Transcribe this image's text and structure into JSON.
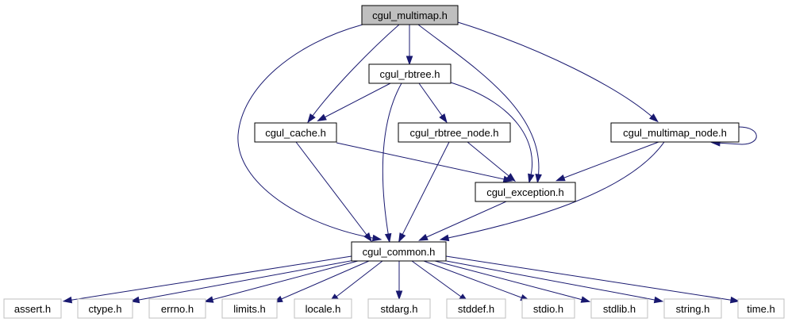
{
  "nodes": {
    "root": "cgul_multimap.h",
    "rbtree": "cgul_rbtree.h",
    "cache": "cgul_cache.h",
    "rbtree_node": "cgul_rbtree_node.h",
    "multimap_node": "cgul_multimap_node.h",
    "exception": "cgul_exception.h",
    "common": "cgul_common.h",
    "assert": "assert.h",
    "ctype": "ctype.h",
    "errno": "errno.h",
    "limits": "limits.h",
    "locale": "locale.h",
    "stdarg": "stdarg.h",
    "stddef": "stddef.h",
    "stdio": "stdio.h",
    "stdlib": "stdlib.h",
    "string": "string.h",
    "time": "time.h"
  },
  "colors": {
    "edge": "#191970",
    "root_fill": "#bfbfbf",
    "box_stroke": "#000000",
    "system_header_stroke": "#bfbfbf"
  },
  "edges": [
    [
      "root",
      "rbtree"
    ],
    [
      "root",
      "cache"
    ],
    [
      "root",
      "common"
    ],
    [
      "root",
      "exception"
    ],
    [
      "root",
      "multimap_node"
    ],
    [
      "rbtree",
      "cache"
    ],
    [
      "rbtree",
      "rbtree_node"
    ],
    [
      "rbtree",
      "common"
    ],
    [
      "rbtree",
      "exception"
    ],
    [
      "cache",
      "exception"
    ],
    [
      "cache",
      "common"
    ],
    [
      "rbtree_node",
      "exception"
    ],
    [
      "rbtree_node",
      "common"
    ],
    [
      "multimap_node",
      "multimap_node"
    ],
    [
      "multimap_node",
      "exception"
    ],
    [
      "multimap_node",
      "common"
    ],
    [
      "exception",
      "common"
    ],
    [
      "common",
      "assert"
    ],
    [
      "common",
      "ctype"
    ],
    [
      "common",
      "errno"
    ],
    [
      "common",
      "limits"
    ],
    [
      "common",
      "locale"
    ],
    [
      "common",
      "stdarg"
    ],
    [
      "common",
      "stddef"
    ],
    [
      "common",
      "stdio"
    ],
    [
      "common",
      "stdlib"
    ],
    [
      "common",
      "string"
    ],
    [
      "common",
      "time"
    ]
  ]
}
